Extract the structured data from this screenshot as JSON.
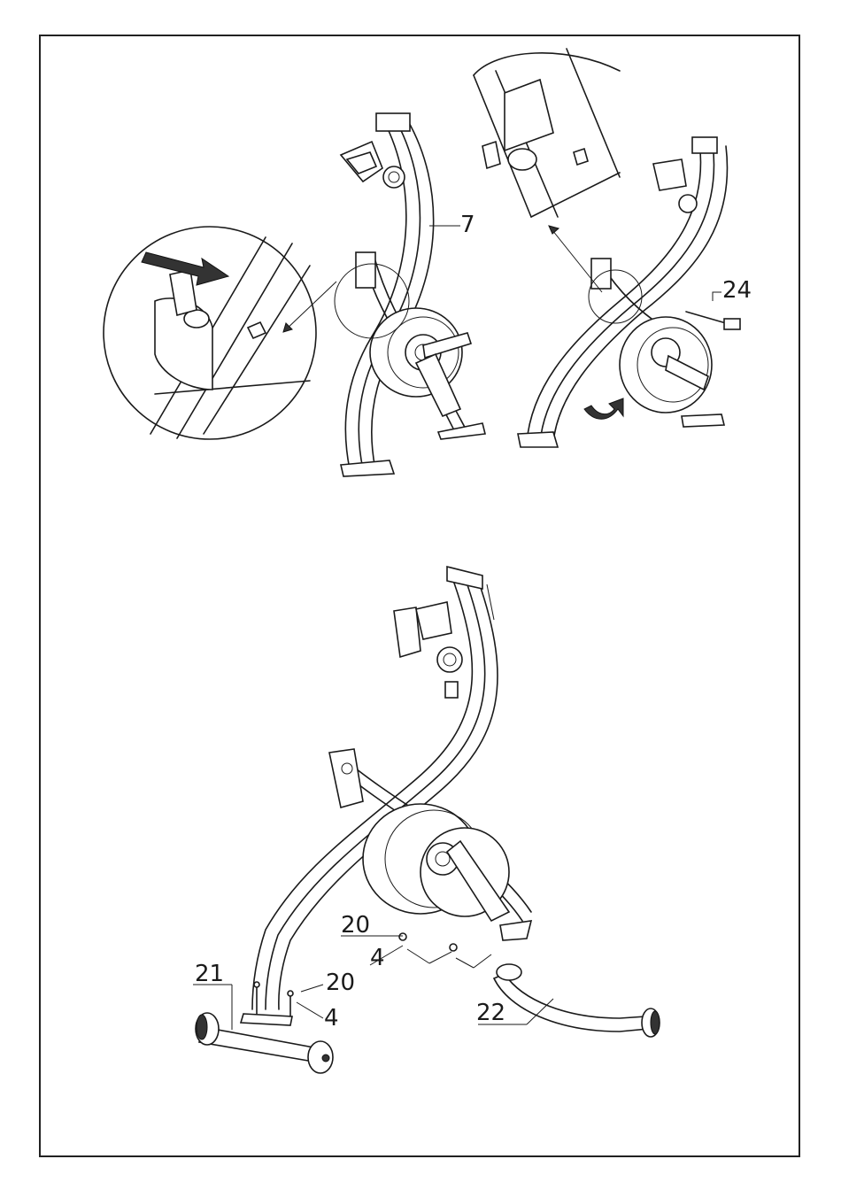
{
  "labels": {
    "part_7": "7",
    "part_24": "24",
    "part_20_a": "20",
    "part_4_a": "4",
    "part_21": "21",
    "part_20_b": "20",
    "part_4_b": "4",
    "part_22": "22"
  }
}
